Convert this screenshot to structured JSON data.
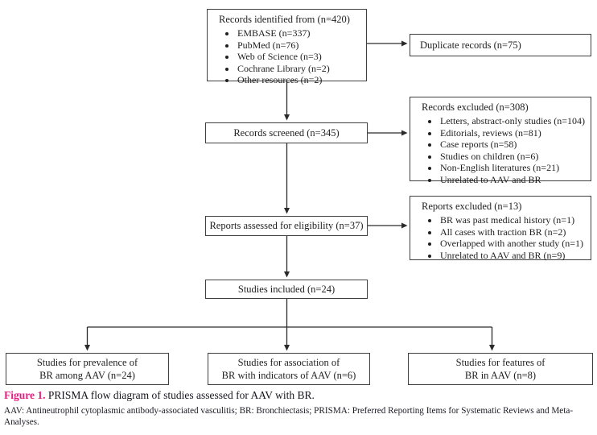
{
  "colors": {
    "accent_caption": "#e21e80",
    "box_border": "#3f3f3f",
    "line": "#2a2a2a",
    "text": "#1f1f1f"
  },
  "diagram": {
    "boxes": {
      "identified": {
        "title": "Records identified from (n=420)",
        "items": [
          "EMBASE (n=337)",
          "PubMed (n=76)",
          "Web of Science (n=3)",
          "Cochrane Library (n=2)",
          "Other resources (n=2)"
        ]
      },
      "duplicates": {
        "title": "Duplicate records (n=75)"
      },
      "screened": {
        "title": "Records screened (n=345)"
      },
      "records_excluded": {
        "title": "Records excluded (n=308)",
        "items": [
          "Letters, abstract-only studies (n=104)",
          "Editorials, reviews (n=81)",
          "Case reports (n=58)",
          "Studies on children (n=6)",
          "Non-English literatures (n=21)",
          "Unrelated to AAV and BR"
        ]
      },
      "assessed": {
        "title": "Reports assessed for eligibility (n=37)"
      },
      "reports_excluded": {
        "title": "Reports excluded (n=13)",
        "items": [
          "BR was past medical history (n=1)",
          "All cases with traction BR (n=2)",
          "Overlapped with another study (n=1)",
          "Unrelated to AAV and BR (n=9)"
        ]
      },
      "included": {
        "title": "Studies included (n=24)"
      },
      "prevalence": {
        "text": "Studies for prevalence of\nBR among AAV (n=24)"
      },
      "association": {
        "text": "Studies for association of\nBR with indicators of AAV (n=6)"
      },
      "features": {
        "text": "Studies for features of\nBR in AAV (n=8)"
      }
    }
  },
  "caption": {
    "label": "Figure 1.",
    "text": " PRISMA flow diagram of studies assessed for AAV with BR."
  },
  "footnote": {
    "text": "AAV: Antineutrophil cytoplasmic antibody-associated vasculitis; BR: Bronchiectasis; PRISMA: Preferred Reporting Items for Systematic Reviews and Meta-Analyses."
  }
}
